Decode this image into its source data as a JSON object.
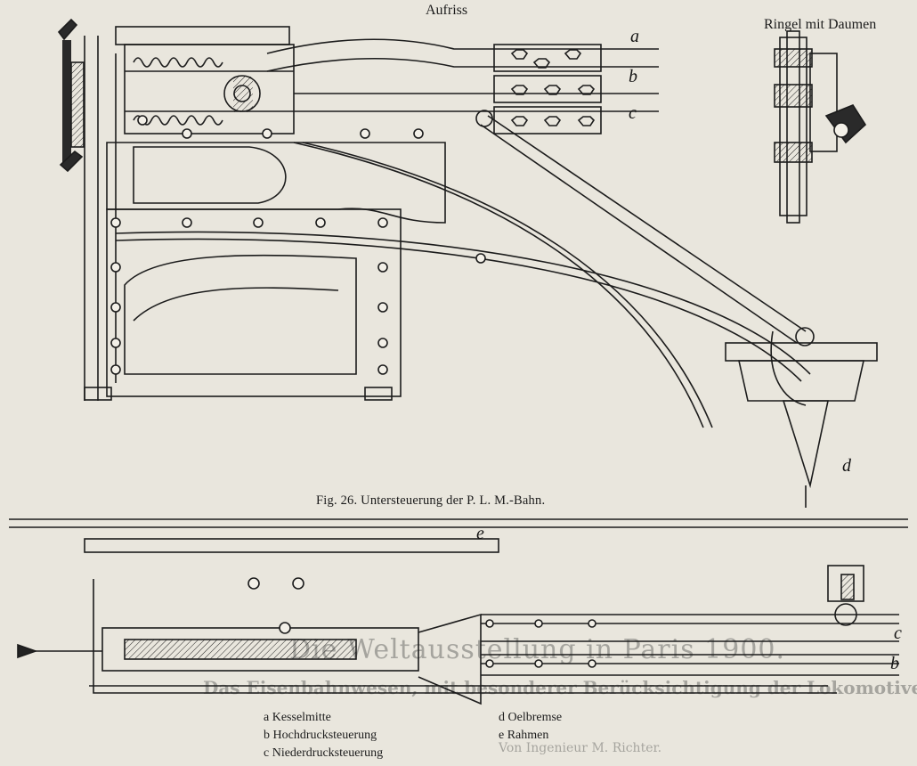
{
  "figure": {
    "aufriss_title": "Aufriss",
    "ringel_title": "Ringel mit Daumen",
    "caption": "Fig. 26.  Untersteuerung der P. L. M.-Bahn.",
    "marks": {
      "a": "a",
      "b": "b",
      "c": "c",
      "d": "d",
      "e": "e",
      "b2": "b",
      "c2": "c"
    }
  },
  "legend": {
    "left": [
      {
        "key": "a",
        "text": "Kesselmitte"
      },
      {
        "key": "b",
        "text": "Hochdrucksteuerung"
      },
      {
        "key": "c",
        "text": "Niederdrucksteuerung"
      }
    ],
    "right": [
      {
        "key": "d",
        "text": "Oelbremse"
      },
      {
        "key": "e",
        "text": "Rahmen"
      }
    ]
  },
  "bleed_through": {
    "heading_1": "Die Weltausstellung in Paris 1900.",
    "heading_2": "Das Eisenbahnwesen, mit besonderer Berücksichtigung der Lokomotiven.",
    "byline": "Von Ingenieur M. Richter."
  }
}
